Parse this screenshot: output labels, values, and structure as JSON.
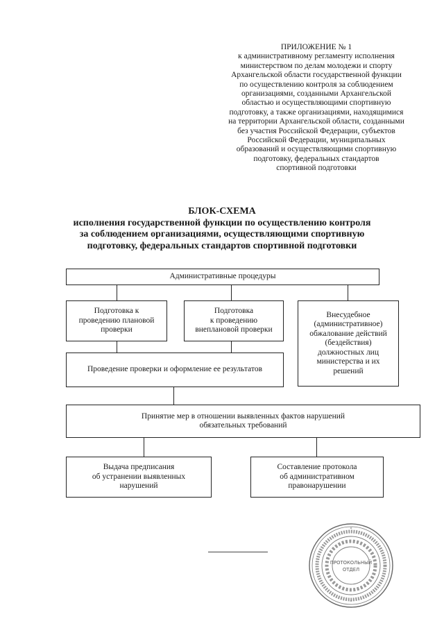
{
  "appendix": {
    "lines": [
      "ПРИЛОЖЕНИЕ № 1",
      "к административному регламенту исполнения",
      "министерством по делам молодежи и спорту",
      "Архангельской области государственной функции",
      "по осуществлению контроля за соблюдением",
      "организациями, созданными Архангельской",
      "областью и осуществляющими спортивную",
      "подготовку, а также организациями, находящимися",
      "на территории Архангельской области, созданными",
      "без участия Российской Федерации, субъектов",
      "Российской Федерации, муниципальных",
      "образований и осуществляющими спортивную",
      "подготовку, федеральных стандартов",
      "спортивной подготовки"
    ]
  },
  "title": {
    "lines": [
      "БЛОК-СХЕМА",
      "исполнения государственной функции по осуществлению контроля",
      "за соблюдением организациями, осуществляющими спортивную",
      "подготовку, федеральных стандартов спортивной подготовки"
    ]
  },
  "flowchart": {
    "admin_procedures": [
      "Административные процедуры"
    ],
    "planned_inspection": [
      "Подготовка к",
      "проведению плановой",
      "проверки"
    ],
    "unplanned_inspection": [
      "Подготовка",
      "к проведению",
      "внеплановой проверки"
    ],
    "appeal": [
      "Внесудебное",
      "(административное)",
      "обжалование действий",
      "(бездействия)",
      "должностных лиц",
      "министерства и их",
      "решений"
    ],
    "conduct_inspection": [
      "Проведение проверки и оформление ее результатов"
    ],
    "measures": [
      "Принятие мер в отношении выявленных фактов нарушений",
      "обязательных требований"
    ],
    "prescription": [
      "Выдача предписания",
      "об устранении выявленных",
      "нарушений"
    ],
    "protocol": [
      "Составление протокола",
      "об административном",
      "правонарушении"
    ]
  },
  "stamp": {
    "center_lines": [
      "ПРОТОКОЛЬНЫЙ",
      "ОТДЕЛ"
    ]
  }
}
